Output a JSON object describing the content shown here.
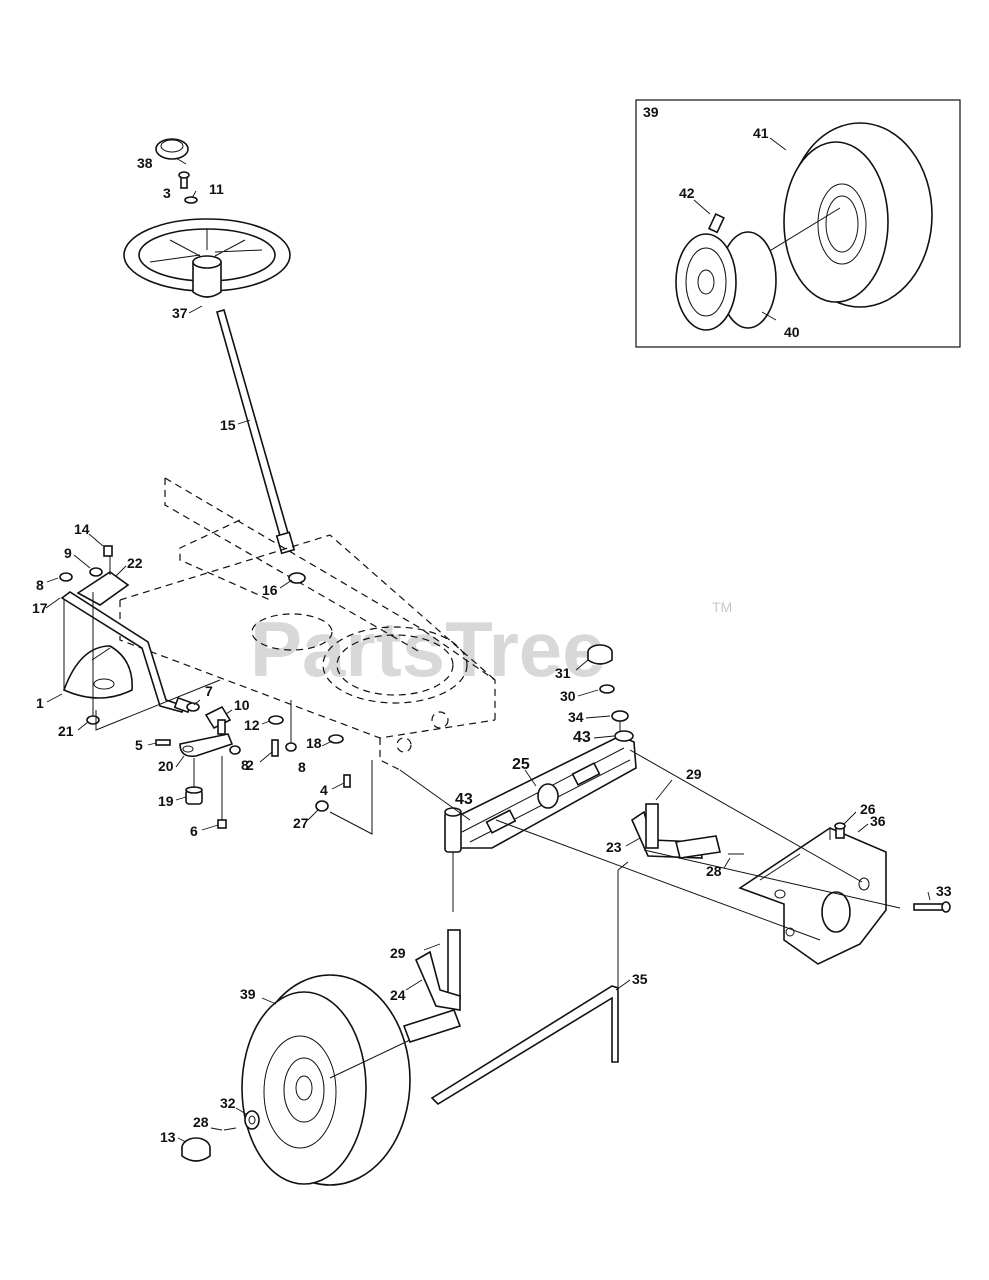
{
  "watermark": {
    "text": "PartsTree",
    "tm": "TM"
  },
  "inset": {
    "label": "39"
  },
  "callouts": {
    "c1": "1",
    "c2": "2",
    "c3": "3",
    "c4": "4",
    "c5": "5",
    "c6": "6",
    "c7": "7",
    "c8a": "8",
    "c8b": "8",
    "c8c": "8",
    "c9": "9",
    "c10": "10",
    "c11": "11",
    "c12": "12",
    "c13": "13",
    "c14": "14",
    "c15": "15",
    "c16": "16",
    "c17": "17",
    "c18": "18",
    "c19": "19",
    "c20": "20",
    "c21": "21",
    "c22": "22",
    "c23": "23",
    "c24": "24",
    "c25": "25",
    "c26": "26",
    "c27": "27",
    "c28a": "28",
    "c28b": "28",
    "c29a": "29",
    "c29b": "29",
    "c30": "30",
    "c31": "31",
    "c32": "32",
    "c33": "33",
    "c34": "34",
    "c35": "35",
    "c36": "36",
    "c37": "37",
    "c38": "38",
    "c39": "39",
    "c40": "40",
    "c41": "41",
    "c42": "42",
    "c43a": "43",
    "c43b": "43"
  }
}
